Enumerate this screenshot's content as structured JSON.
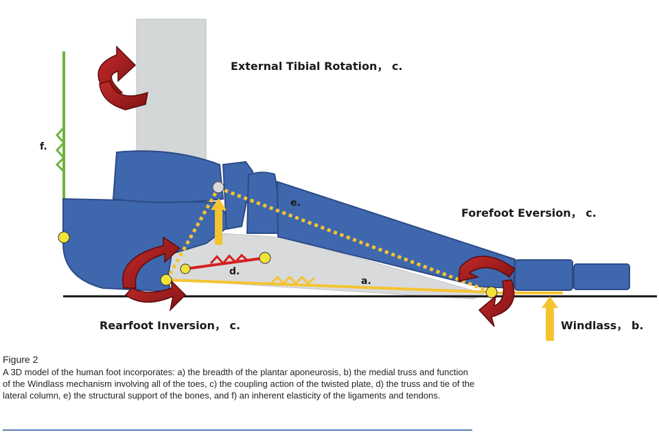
{
  "labels": {
    "external_tibial_rotation": "External Tibial Rotation， c.",
    "forefoot_eversion": "Forefoot Eversion， c.",
    "rearfoot_inversion": "Rearfoot Inversion， c.",
    "windlass": "Windlass， b.",
    "f": "f.",
    "e": "e.",
    "d": "d.",
    "a": "a."
  },
  "caption": {
    "figure_number": "Figure 2",
    "text": "A 3D model of the human foot incorporates: a) the breadth of the plantar aponeurosis, b) the medial truss and function of the Windlass mechanism involving all of the toes, c) the coupling action of the twisted plate, d) the truss and tie of the lateral column, e) the structural support of the bones, and f) an inherent elasticity of the ligaments and tendons."
  },
  "colors": {
    "bone_blue": "#3f67ad",
    "bone_stroke": "#2c4b87",
    "tibia_gray": "#d4d7d8",
    "plate_gray": "#d9dadb",
    "yellow": "#f4c430",
    "node_yellow": "#f3e23a",
    "red_arrow": "#a61c1c",
    "green": "#6db33f",
    "red_tie": "#d42020",
    "ground": "#111111"
  },
  "icons": {
    "rotation_arrow": "curved-rotation-arrow-icon",
    "force_arrow": "up-arrow-icon"
  }
}
